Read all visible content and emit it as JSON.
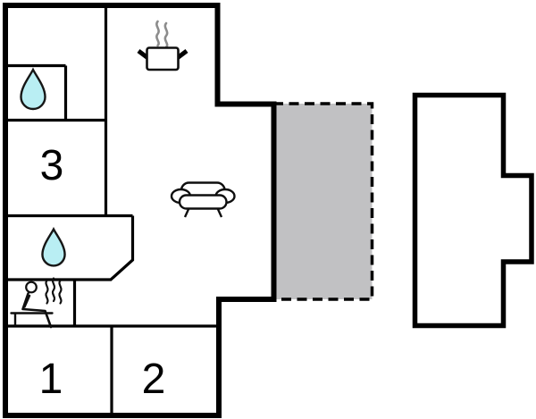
{
  "plan": {
    "rooms": [
      {
        "id": "room-3",
        "label": "3"
      },
      {
        "id": "room-1",
        "label": "1"
      },
      {
        "id": "room-2",
        "label": "2"
      }
    ],
    "areas": {
      "terrace": "terrace",
      "annex": "annex-outbuilding"
    },
    "icons": {
      "kitchen": "cooking-pot-icon",
      "living_room": "sofa-icon",
      "shower_top": "water-drop-icon",
      "bathroom_middle": "water-drop-icon",
      "sauna": "sauna-person-icon"
    },
    "colors": {
      "wall": "#000000",
      "water_drop_fill": "#b9eef3",
      "terrace_fill": "#c1c1c3",
      "kitchen_steam": "#8c8c8c",
      "background": "#ffffff"
    }
  }
}
